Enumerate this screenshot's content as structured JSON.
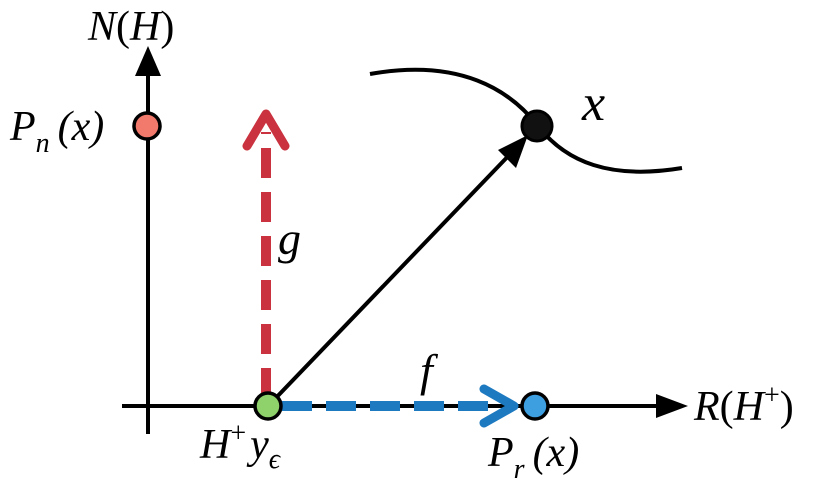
{
  "axes": {
    "y_label": {
      "main": "N",
      "open": "(",
      "arg": "H",
      "close": ")"
    },
    "x_label": {
      "main": "R",
      "open": "(",
      "arg": "H",
      "sup": "+",
      "close": ")"
    }
  },
  "points": {
    "pn": {
      "main": "P",
      "sub": "n",
      "arg": "(x)",
      "color": "#f27a6d"
    },
    "pr": {
      "main": "P",
      "sub": "r",
      "arg": "(x)",
      "color": "#3d9ee0"
    },
    "origin": {
      "main": "H",
      "sup": "+",
      "var": "y",
      "sub": "ϵ",
      "color": "#8fd16a"
    },
    "x": {
      "label": "x",
      "color": "#111111"
    }
  },
  "arrows": {
    "g": {
      "label": "g",
      "color": "#c9323e"
    },
    "f": {
      "label": "f",
      "color": "#1d79c0"
    }
  }
}
